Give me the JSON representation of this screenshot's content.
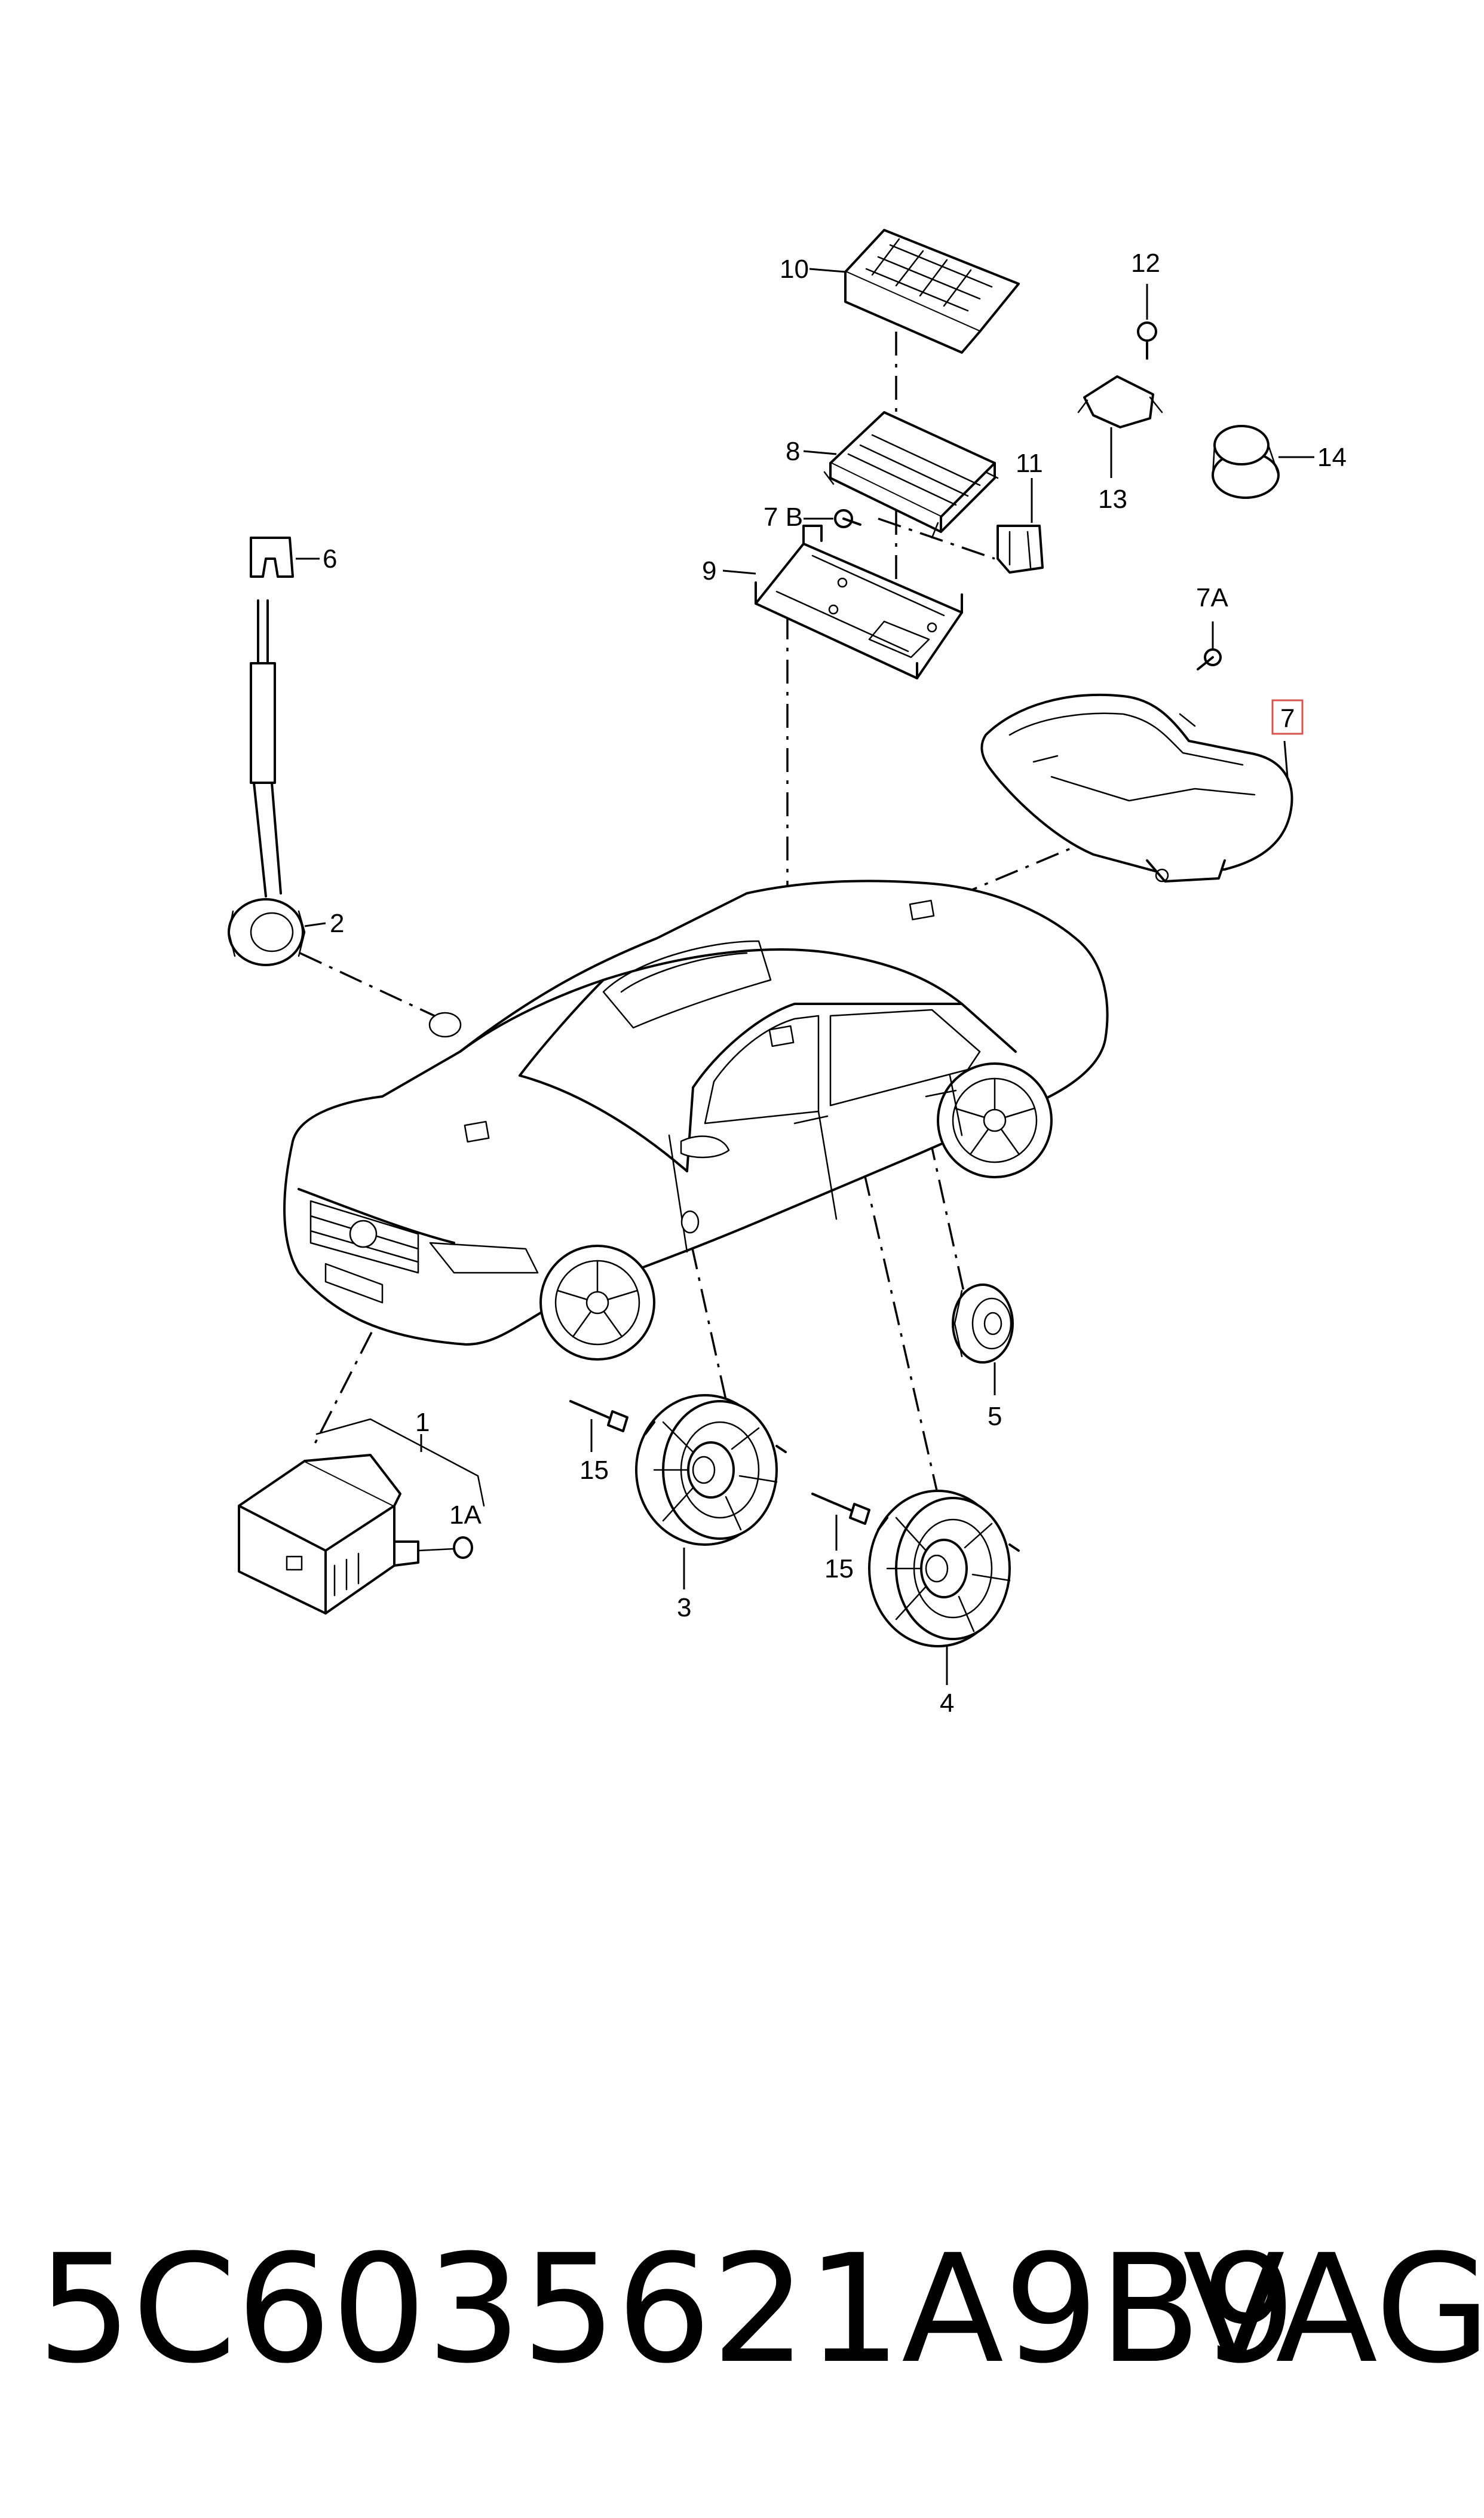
{
  "callouts": {
    "c1": "1",
    "c1a": "1A",
    "c2": "2",
    "c3": "3",
    "c4": "4",
    "c5": "5",
    "c6": "6",
    "c7": "7",
    "c7a": "7A",
    "c7b": "7 B",
    "c8": "8",
    "c9": "9",
    "c10": "10",
    "c11": "11",
    "c12": "12",
    "c13": "13",
    "c14": "14",
    "c15a": "15",
    "c15b": "15"
  },
  "highlight_color": "#d9534f",
  "footer": {
    "part_number": "5C6035621A9B9",
    "brand": "VAG"
  }
}
